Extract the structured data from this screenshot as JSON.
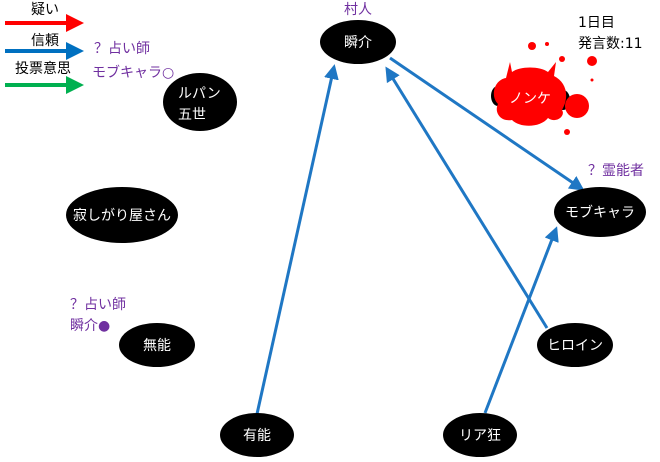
{
  "legend": [
    {
      "label": "疑い",
      "color": "#ff0000"
    },
    {
      "label": "信頼",
      "color": "#0070c0"
    },
    {
      "label": "投票意思",
      "color": "#00b050"
    }
  ],
  "status": {
    "day": "1日目",
    "posts": "発言数:11"
  },
  "annotation_color": "#7030a0",
  "annotations": {
    "seer_claim1_line1": "？占い師",
    "seer_claim1_line2": "モブキャラ○",
    "seer_claim2_line1": "？占い師",
    "seer_claim2_line2": "瞬介●",
    "villager": "村人",
    "medium": "？霊能者"
  },
  "nodes": {
    "shunsuke": "瞬介",
    "lupin_l1": "ルパン",
    "lupin_l2": "五世",
    "lonely": "寂しがり屋さん",
    "munou": "無能",
    "yuunou": "有能",
    "riakyou": "リア狂",
    "heroine": "ヒロイン",
    "mobukyara": "モブキャラ",
    "nonke": "ノンケ"
  },
  "edges": [
    {
      "from": "有能",
      "to": "瞬介",
      "type": "信頼"
    },
    {
      "from": "ヒロイン",
      "to": "瞬介",
      "type": "信頼"
    },
    {
      "from": "瞬介",
      "to": "モブキャラ",
      "type": "信頼"
    },
    {
      "from": "リア狂",
      "to": "モブキャラ",
      "type": "信頼"
    }
  ]
}
